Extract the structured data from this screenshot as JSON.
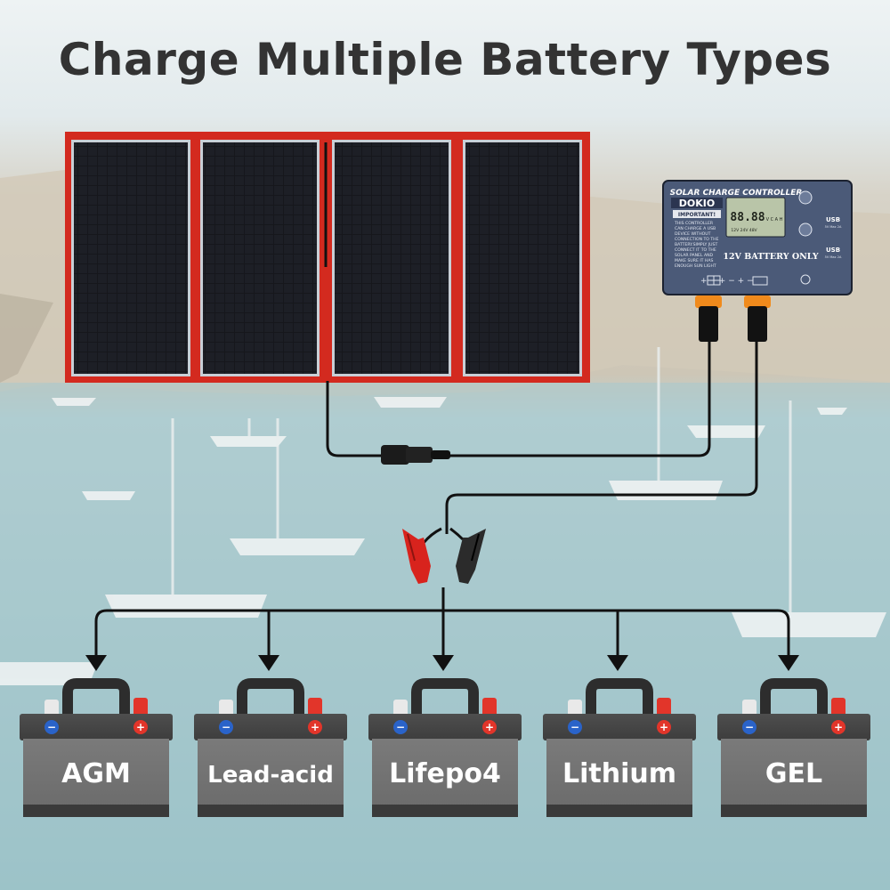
{
  "title": "Charge Multiple Battery Types",
  "controller": {
    "heading": "SOLAR CHARGE CONTROLLER",
    "brand": "DOKIO",
    "important_label": "IMPORTANT!",
    "notice_lines": [
      "THIS CONTROLLER",
      "CAN CHARGE A USB",
      "DEVICE WITHOUT",
      "CONNECTION TO THE",
      "BATTERY.SIMPLY JUST",
      "CONNECT IT TO THE",
      "SOLAR PANEL AND",
      "MAKE SURE IT HAS",
      "ENOUGH SUN LIGHT"
    ],
    "display_digits": "88.88",
    "display_units": "V C A H",
    "display_voltages": "12V 24V 48V",
    "voltage_label": "12V BATTERY ONLY",
    "usb_labels": [
      "USB",
      "USB"
    ],
    "usb_sub": [
      "5V Max 2A",
      "5V Max 2A"
    ]
  },
  "batteries": [
    {
      "label": "AGM"
    },
    {
      "label": "Lead-acid"
    },
    {
      "label": "Lifepo4"
    },
    {
      "label": "Lithium"
    },
    {
      "label": "GEL"
    }
  ],
  "colors": {
    "panel_frame": "#d32a1f",
    "panel_cell": "#16171c",
    "controller_body": "#4b5a78",
    "battery_body": "#6f6f6f",
    "battery_top": "#5a5a5a",
    "terminal_positive": "#e2352a",
    "terminal_negative": "#2a63c9",
    "clamp_red": "#d8231d",
    "clamp_black": "#2b2b2b",
    "sea": "#9fc4c9",
    "sky": "#e6eef0"
  }
}
